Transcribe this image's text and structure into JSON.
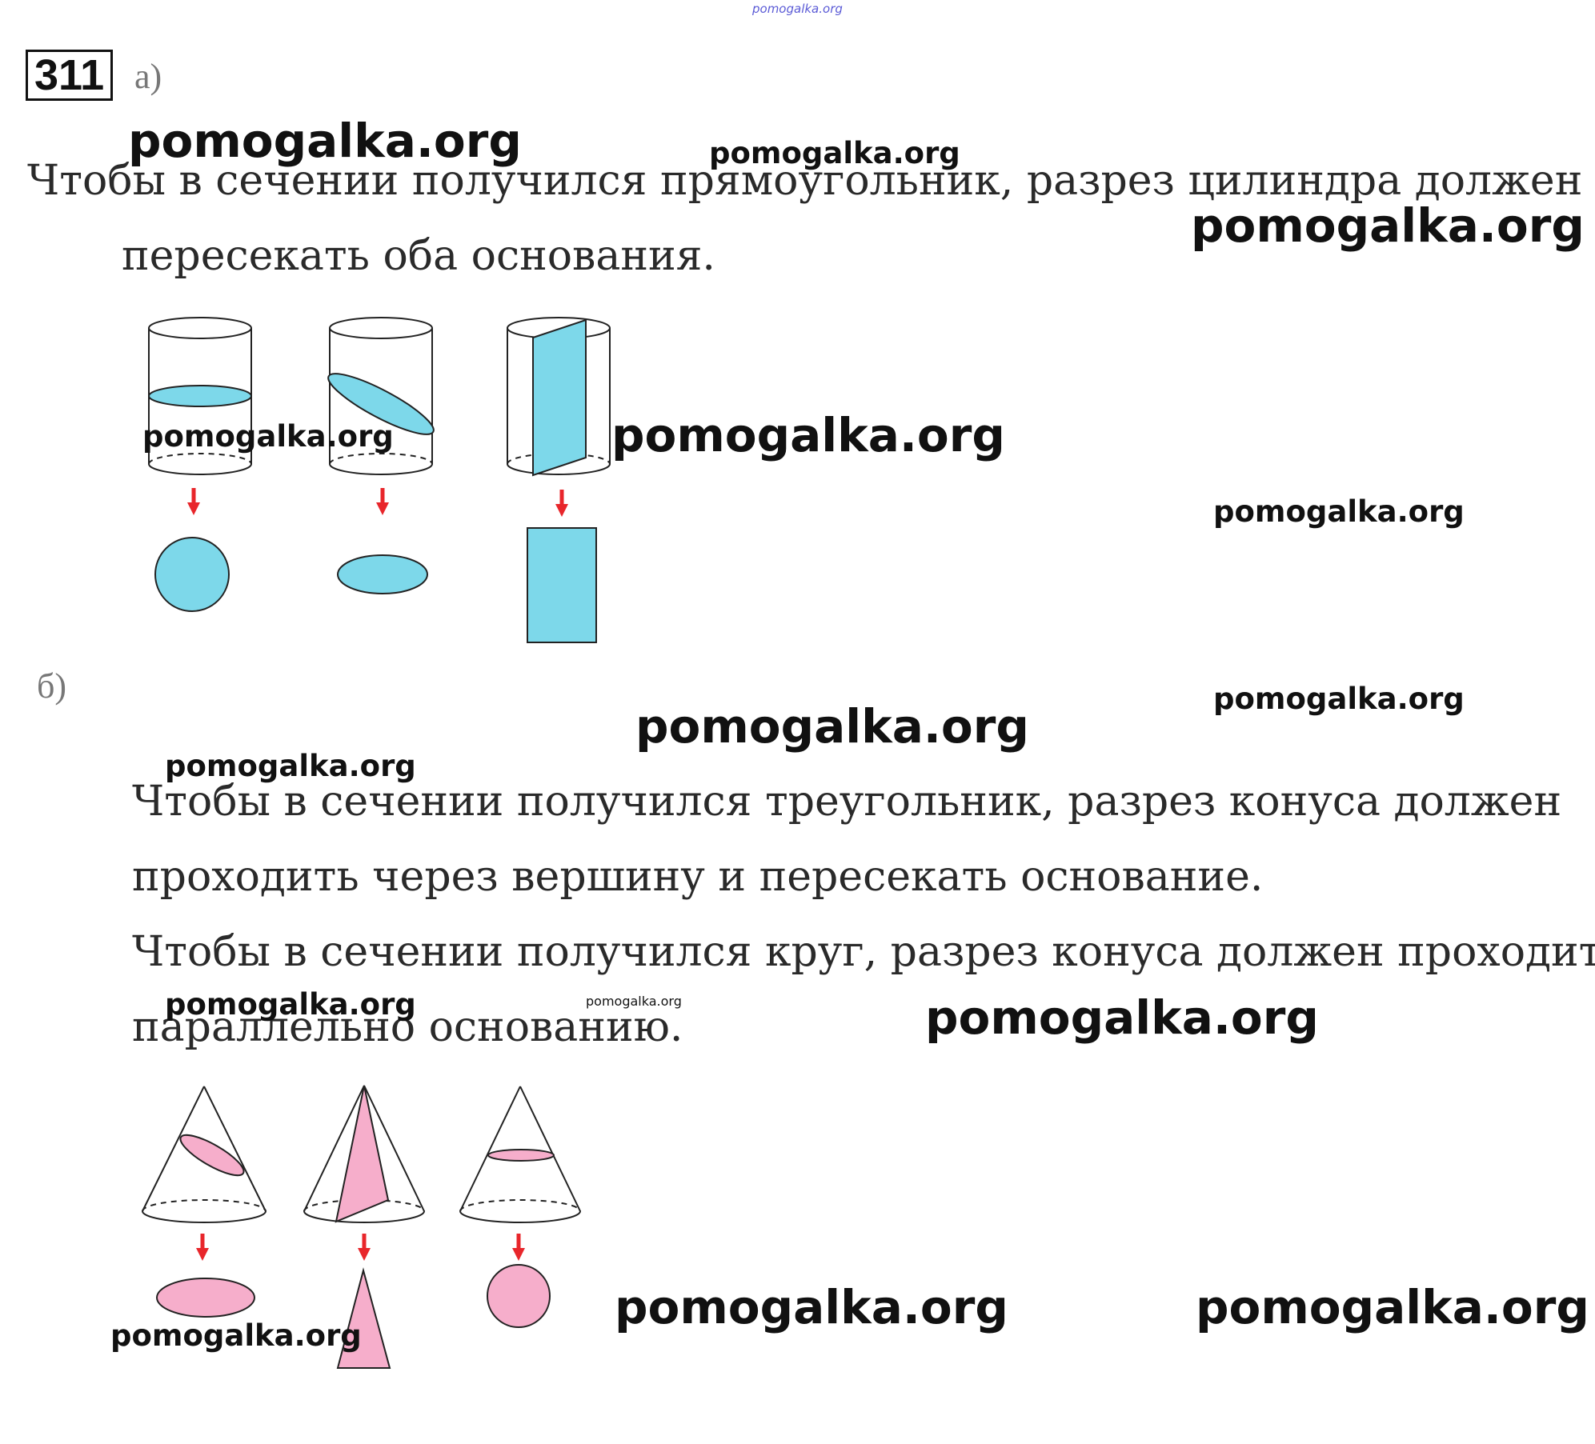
{
  "top_watermark": "pomogalka.org",
  "problem_number": "311",
  "part_a": {
    "label": "а)",
    "line1": "Чтобы в сечении получился прямоугольник, разрез цилиндра должен",
    "line2": "пересекать оба основания."
  },
  "part_b": {
    "label": "б)",
    "line1": "Чтобы в сечении получился треугольник, разрез конуса должен",
    "line2": "проходить через вершину и пересекать основание.",
    "line3": "Чтобы в сечении получился круг, разрез конуса должен проходить",
    "line4": "параллельно основанию."
  },
  "watermark": "pomogalka.org",
  "colors": {
    "cylinder_section": "#7dd8ea",
    "cone_section": "#f6aecb",
    "arrow": "#e8262b"
  }
}
